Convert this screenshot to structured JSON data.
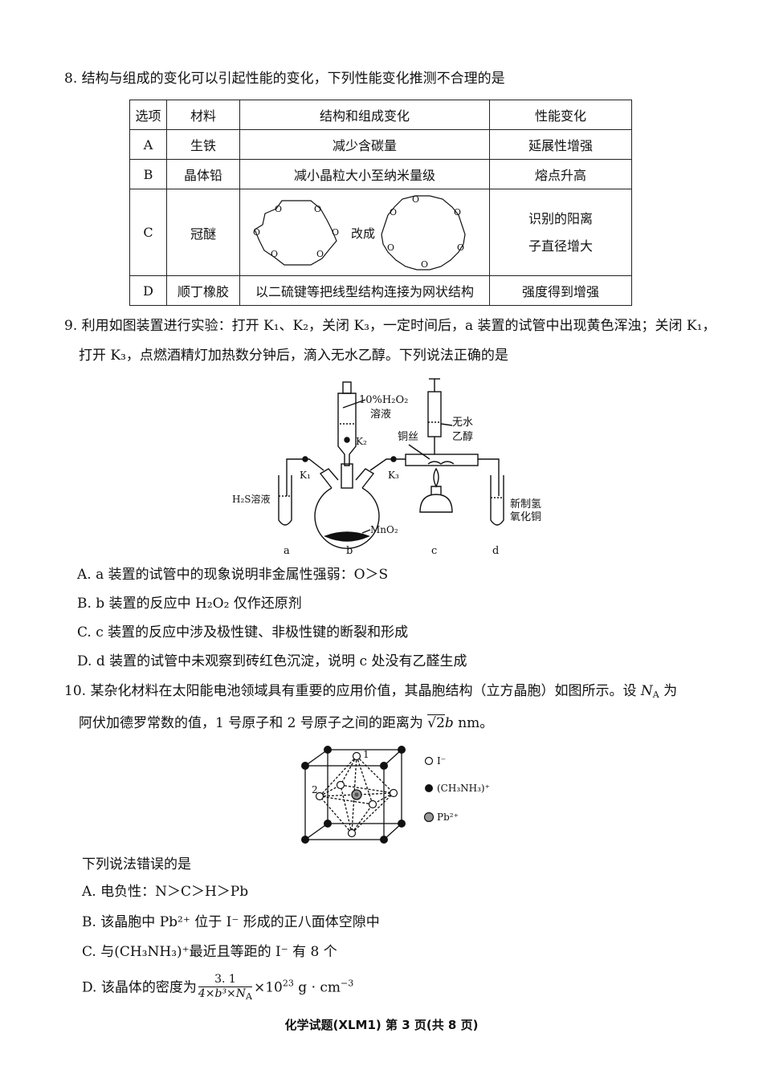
{
  "q8": {
    "stem": "8. 结构与组成的变化可以引起性能的变化，下列性能变化推测不合理的是",
    "headers": [
      "选项",
      "材料",
      "结构和组成变化",
      "性能变化"
    ],
    "rows": [
      {
        "opt": "A",
        "mat": "生铁",
        "change": "减少含碳量",
        "perf": "延展性增强"
      },
      {
        "opt": "B",
        "mat": "晶体铅",
        "change": "减小晶粒大小至纳米量级",
        "perf": "熔点升高"
      },
      {
        "opt": "C",
        "mat": "冠醚",
        "change": "改成",
        "perf1": "识别的阳离",
        "perf2": "子直径增大",
        "ring_atom": "O"
      },
      {
        "opt": "D",
        "mat": "顺丁橡胶",
        "change": "以二硫键等把线型结构连接为网状结构",
        "perf": "强度得到增强"
      }
    ]
  },
  "q9": {
    "stem1": "9. 利用如图装置进行实验：打开 K₁、K₂，关闭 K₃，一定时间后，a 装置的试管中出现黄色浑浊；关闭 K₁，",
    "stem2": "打开 K₃，点燃酒精灯加热数分钟后，滴入无水乙醇。下列说法正确的是",
    "figure": {
      "h2o2_1": "10%H₂O₂",
      "h2o2_2": "溶液",
      "k1": "K₁",
      "k2": "K₂",
      "k3": "K₃",
      "h2s": "H₂S溶液",
      "mno2": "MnO₂",
      "copper": "铜丝",
      "ethanol1": "无水",
      "ethanol2": "乙醇",
      "cu1": "新制氢",
      "cu2": "氧化铜",
      "la": "a",
      "lb": "b",
      "lc": "c",
      "ld": "d"
    },
    "A": "A. a 装置的试管中的现象说明非金属性强弱：O＞S",
    "B": "B. b 装置的反应中 H₂O₂ 仅作还原剂",
    "C": "C. c 装置的反应中涉及极性键、非极性键的断裂和形成",
    "D": "D. d 装置的试管中未观察到砖红色沉淀，说明 c 处没有乙醛生成"
  },
  "q10": {
    "stem1_a": "10. 某杂化材料在太阳能电池领域具有重要的应用价值，其晶胞结构（立方晶胞）如图所示。设 ",
    "NA": "N",
    "NA_sub": "A",
    "stem1_b": " 为",
    "stem2_a": "阿伏加德罗常数的值，1 号原子和 2 号原子之间的距离为 ",
    "sqrt": "√2",
    "b": "b",
    "stem2_b": " nm。",
    "figure": {
      "n1": "1",
      "n2": "2",
      "leg_I": "I⁻",
      "leg_CH": "(CH₃NH₃)⁺",
      "leg_Pb": "Pb²⁺"
    },
    "intro": "下列说法错误的是",
    "A": "A. 电负性：N＞C＞H＞Pb",
    "B": "B. 该晶胞中 Pb²⁺ 位于 I⁻ 形成的正八面体空隙中",
    "C": "C. 与(CH₃NH₃)⁺最近且等距的 I⁻ 有 8 个",
    "D_pre": "D. 该晶体的密度为",
    "D_num": "3. 1",
    "D_den": "4×b³×N",
    "D_den_sub": "A",
    "D_post": "×10",
    "D_exp": "23",
    "D_unit": " g · cm",
    "D_unit_exp": "−3"
  },
  "footer": "化学试题(XLM1) 第 3 页(共 8 页)"
}
